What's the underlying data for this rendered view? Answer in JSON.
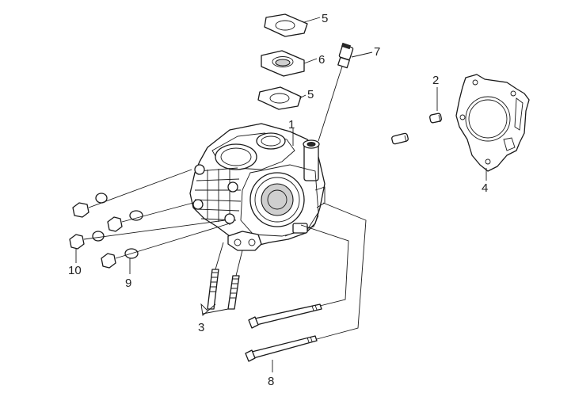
{
  "callouts": [
    {
      "id": "1",
      "label": "1"
    },
    {
      "id": "2",
      "label": "2"
    },
    {
      "id": "3",
      "label": "3"
    },
    {
      "id": "4",
      "label": "4"
    },
    {
      "id": "5a",
      "label": "5"
    },
    {
      "id": "5b",
      "label": "5"
    },
    {
      "id": "6",
      "label": "6"
    },
    {
      "id": "7",
      "label": "7"
    },
    {
      "id": "8",
      "label": "8"
    },
    {
      "id": "9",
      "label": "9"
    },
    {
      "id": "10",
      "label": "10"
    }
  ]
}
